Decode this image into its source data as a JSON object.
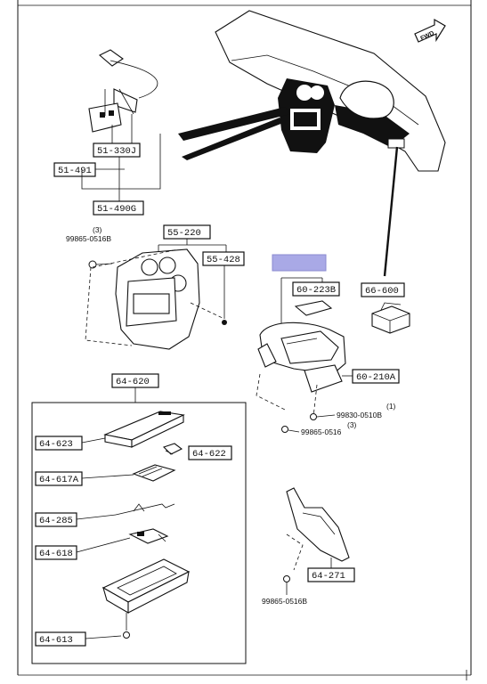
{
  "diagram": {
    "direction_badge": "FWD",
    "parts": [
      {
        "id": "p-51-330j",
        "label": "51-330J"
      },
      {
        "id": "p-51-491",
        "label": "51-491"
      },
      {
        "id": "p-51-490g",
        "label": "51-490G"
      },
      {
        "id": "p-55-220",
        "label": "55-220"
      },
      {
        "id": "p-55-428",
        "label": "55-428"
      },
      {
        "id": "p-60-223b",
        "label": "60-223B"
      },
      {
        "id": "p-66-600",
        "label": "66-600"
      },
      {
        "id": "p-60-210a",
        "label": "60-210A"
      },
      {
        "id": "p-64-620",
        "label": "64-620"
      },
      {
        "id": "p-64-623",
        "label": "64-623"
      },
      {
        "id": "p-64-622",
        "label": "64-622"
      },
      {
        "id": "p-64-617a",
        "label": "64-617A"
      },
      {
        "id": "p-64-285",
        "label": "64-285"
      },
      {
        "id": "p-64-618",
        "label": "64-618"
      },
      {
        "id": "p-64-613",
        "label": "64-613"
      },
      {
        "id": "p-64-271",
        "label": "64-271"
      }
    ],
    "fasteners": [
      {
        "id": "f1",
        "label": "99865-0516B",
        "qty": "(3)"
      },
      {
        "id": "f2",
        "label": "99830-0510B",
        "qty": "(1)"
      },
      {
        "id": "f3",
        "label": "99865-0516",
        "qty": "(3)"
      },
      {
        "id": "f4",
        "label": "99865-0516B",
        "qty": ""
      }
    ],
    "highlight_color": "#a9a9e6"
  }
}
